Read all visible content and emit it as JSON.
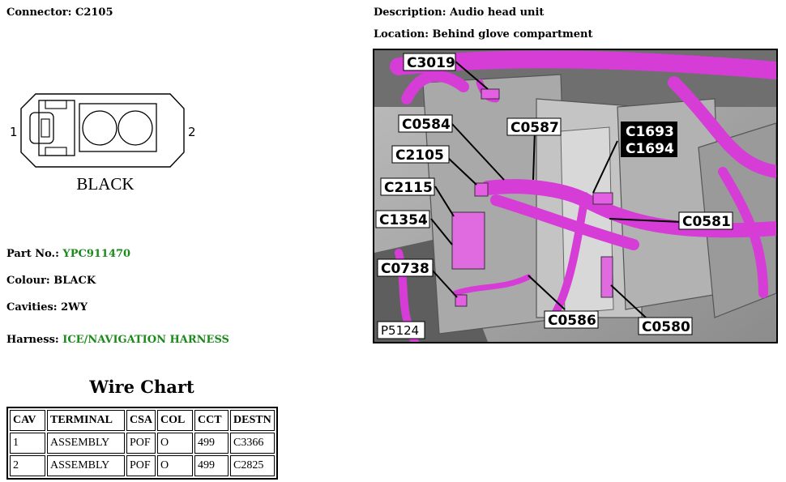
{
  "connector": {
    "label": "Connector:",
    "value": "C2105"
  },
  "description": {
    "label": "Description:",
    "value": "Audio head unit"
  },
  "location": {
    "label": "Location:",
    "value": "Behind glove compartment"
  },
  "diagram": {
    "pin_left": "1",
    "pin_right": "2",
    "housing_color": "BLACK"
  },
  "part_no": {
    "label": "Part No.:",
    "value": "YPC911470"
  },
  "colour": {
    "label": "Colour:",
    "value": "BLACK"
  },
  "cavities": {
    "label": "Cavities:",
    "value": "2WY"
  },
  "harness": {
    "label": "Harness:",
    "value": "ICE/NAVIGATION HARNESS"
  },
  "wire_chart": {
    "title": "Wire Chart",
    "headers": [
      "CAV",
      "TERMINAL",
      "CSA",
      "COL",
      "CCT",
      "DESTN"
    ],
    "rows": [
      [
        "1",
        "ASSEMBLY",
        "POF",
        "O",
        "499",
        "C3366"
      ],
      [
        "2",
        "ASSEMBLY",
        "POF",
        "O",
        "499",
        "C2825"
      ]
    ]
  },
  "photo": {
    "callouts": [
      "C3019",
      "C0584",
      "C0587",
      "C1693",
      "C1694",
      "C2105",
      "C2115",
      "C1354",
      "C0581",
      "C0738",
      "C0586",
      "C0580"
    ],
    "reference": "P5124",
    "harness_color": "#d63cd6"
  }
}
